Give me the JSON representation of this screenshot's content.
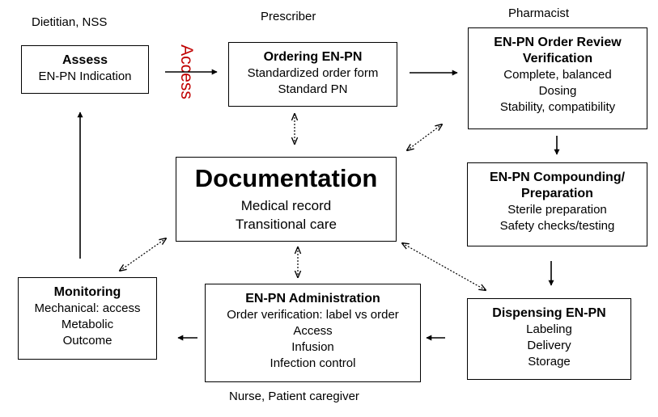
{
  "roles": {
    "dietitian": "Dietitian, NSS",
    "prescriber": "Prescriber",
    "pharmacist": "Pharmacist",
    "nurse": "Nurse, Patient caregiver"
  },
  "access_label": "Access",
  "colors": {
    "access": "#c00000"
  },
  "boxes": {
    "assess": {
      "title": "Assess",
      "lines": [
        "EN-PN Indication"
      ]
    },
    "ordering": {
      "title": "Ordering EN-PN",
      "lines": [
        "Standardized order form",
        "Standard PN"
      ]
    },
    "review": {
      "title_lines": [
        "EN-PN Order Review",
        "Verification"
      ],
      "lines": [
        "Complete, balanced",
        "Dosing",
        "Stability, compatibility"
      ]
    },
    "compounding": {
      "title_lines": [
        "EN-PN Compounding/",
        "Preparation"
      ],
      "lines": [
        "Sterile preparation",
        "Safety checks/testing"
      ]
    },
    "documentation": {
      "title": "Documentation",
      "lines": [
        "Medical record",
        "Transitional care"
      ]
    },
    "monitoring": {
      "title": "Monitoring",
      "lines": [
        "Mechanical: access",
        "Metabolic",
        "Outcome"
      ]
    },
    "administration": {
      "title": "EN-PN Administration",
      "lines": [
        "Order verification: label vs order",
        "Access",
        "Infusion",
        "Infection control"
      ]
    },
    "dispensing": {
      "title": "Dispensing EN-PN",
      "lines": [
        "Labeling",
        "Delivery",
        "Storage"
      ]
    }
  }
}
